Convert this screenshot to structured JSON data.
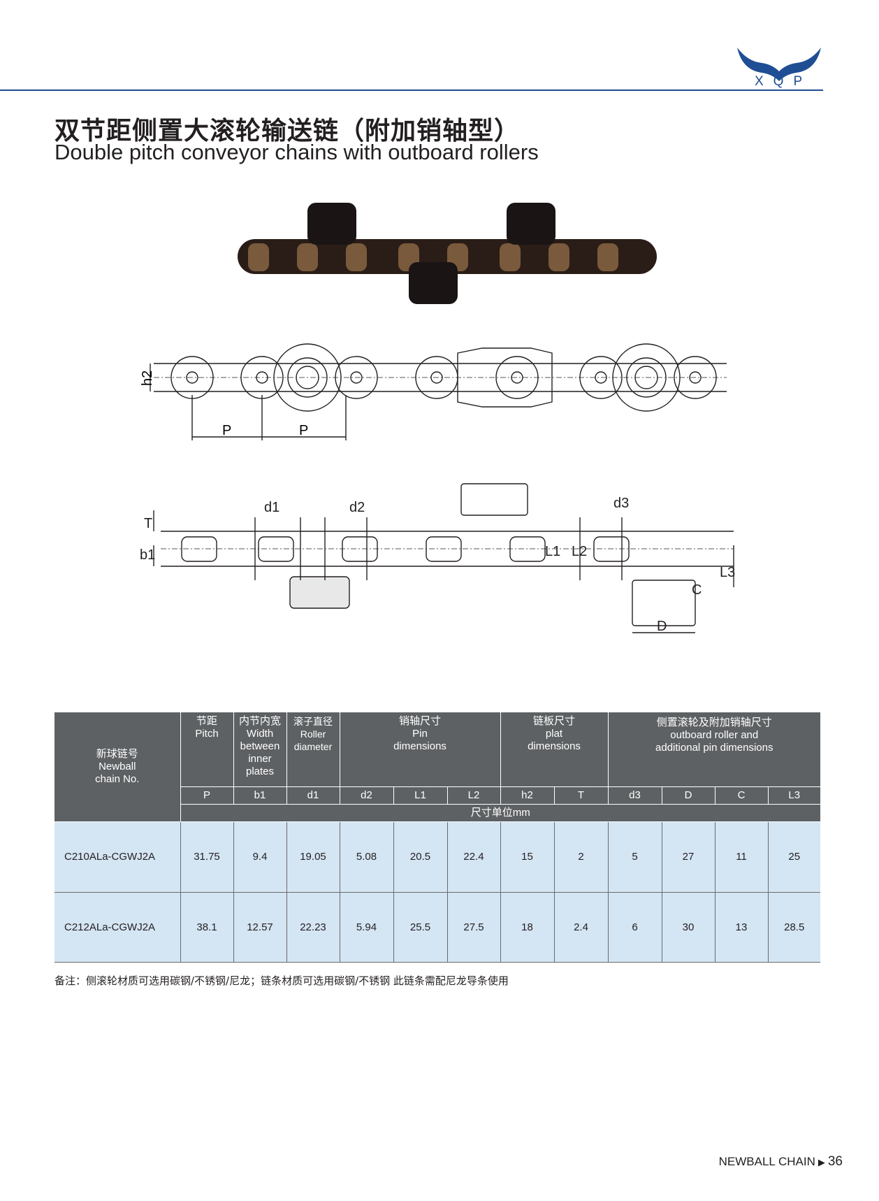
{
  "brand": {
    "logo_text": "XQP"
  },
  "title": {
    "cn": "双节距侧置大滚轮输送链（附加销轴型）",
    "en": "Double pitch conveyor chains with outboard rollers"
  },
  "drawing_labels": {
    "h2": "h2",
    "P": "P",
    "d1": "d1",
    "d2": "d2",
    "d3": "d3",
    "T": "T",
    "b1": "b1",
    "L1": "L1",
    "L2": "L2",
    "L3": "L3",
    "C": "C",
    "D": "D"
  },
  "table": {
    "group_headers": {
      "chain_no": [
        "新球链号",
        "Newball",
        "chain No."
      ],
      "pitch": [
        "节距",
        "Pitch"
      ],
      "width": [
        "内节内宽",
        "Width",
        "between",
        "inner",
        "plates"
      ],
      "roller": [
        "滚子直径",
        "Roller",
        "diameter"
      ],
      "pin": [
        "销轴尺寸",
        "Pin",
        "dimensions"
      ],
      "plate": [
        "链板尺寸",
        "plat",
        "dimensions"
      ],
      "outboard": [
        "侧置滚轮及附加销轴尺寸",
        "outboard roller and",
        "additional pin dimensions"
      ]
    },
    "columns": [
      "P",
      "b1",
      "d1",
      "d2",
      "L1",
      "L2",
      "h2",
      "T",
      "d3",
      "D",
      "C",
      "L3"
    ],
    "unit": "尺寸单位mm",
    "rows": [
      {
        "model": "C210ALa-CGWJ2A",
        "values": [
          "31.75",
          "9.4",
          "19.05",
          "5.08",
          "20.5",
          "22.4",
          "15",
          "2",
          "5",
          "27",
          "11",
          "25"
        ]
      },
      {
        "model": "C212ALa-CGWJ2A",
        "values": [
          "38.1",
          "12.57",
          "22.23",
          "5.94",
          "25.5",
          "27.5",
          "18",
          "2.4",
          "6",
          "30",
          "13",
          "28.5"
        ]
      }
    ]
  },
  "note": "备注：侧滚轮材质可选用碳钢/不锈钢/尼龙；链条材质可选用碳钢/不锈钢 此链条需配尼龙导条使用",
  "footer": {
    "label": "NEWBALL CHAIN",
    "page": "36"
  },
  "colors": {
    "brand_blue": "#1f4e94",
    "header_gray": "#5e6163",
    "row_blue": "#d4e5f3"
  }
}
